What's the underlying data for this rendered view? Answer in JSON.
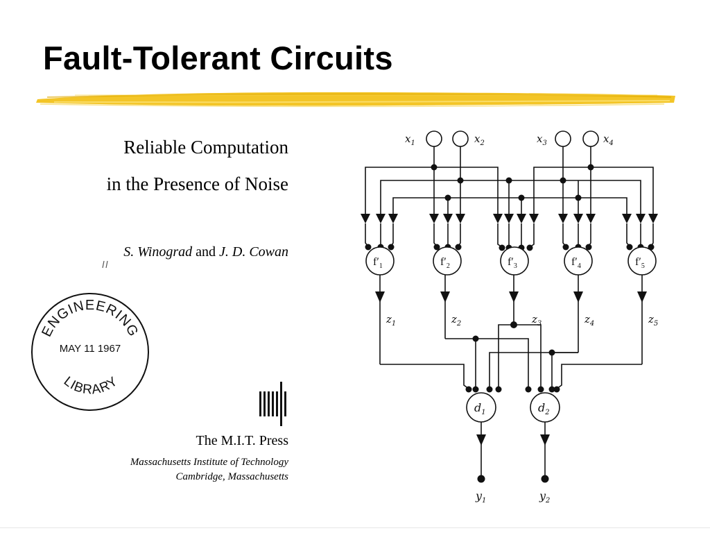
{
  "slide": {
    "title": "Fault-Tolerant Circuits",
    "accent_color": "#F2C21B"
  },
  "book": {
    "title_line1": "Reliable Computation",
    "title_line2": "in the Presence of Noise",
    "author1": "S. Winograd",
    "author_join": " and ",
    "author2": "J. D. Cowan",
    "publisher": "The M.I.T. Press",
    "institute": "Massachusetts Institute of Technology",
    "location": "Cambridge, Massachusetts"
  },
  "stamp": {
    "top_text": "ENGINEERING",
    "date": "MAY  11  1967",
    "bottom_text": "LIBRARY"
  },
  "circuit": {
    "inputs": [
      {
        "var": "x",
        "sub": "1"
      },
      {
        "var": "x",
        "sub": "2"
      },
      {
        "var": "x",
        "sub": "3"
      },
      {
        "var": "x",
        "sub": "4"
      }
    ],
    "gates": [
      {
        "var": "f′",
        "sub": "1"
      },
      {
        "var": "f′",
        "sub": "2"
      },
      {
        "var": "f′",
        "sub": "3"
      },
      {
        "var": "f′",
        "sub": "4"
      },
      {
        "var": "f′",
        "sub": "5"
      }
    ],
    "wires": [
      {
        "var": "z",
        "sub": "1"
      },
      {
        "var": "z",
        "sub": "2"
      },
      {
        "var": "z",
        "sub": "3"
      },
      {
        "var": "z",
        "sub": "4"
      },
      {
        "var": "z",
        "sub": "5"
      }
    ],
    "decoders": [
      {
        "var": "d",
        "sub": "1"
      },
      {
        "var": "d",
        "sub": "2"
      }
    ],
    "outputs": [
      {
        "var": "y",
        "sub": "1"
      },
      {
        "var": "y",
        "sub": "2"
      }
    ]
  }
}
